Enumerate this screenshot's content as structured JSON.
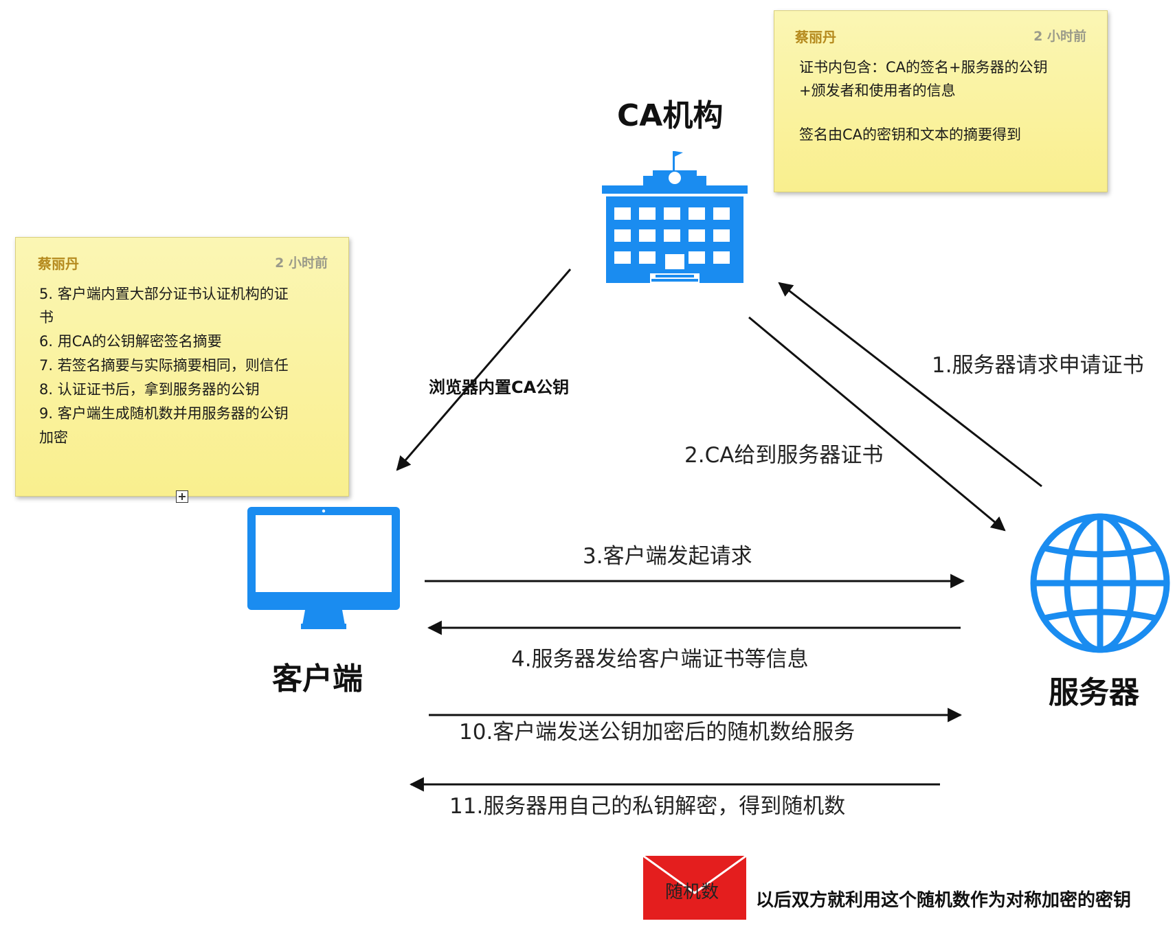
{
  "title": "CA机构",
  "nodes": {
    "client": "客户端",
    "server": "服务器"
  },
  "edge_labels": {
    "browser_ca_key": "浏览器内置CA公钥",
    "step1": "1.服务器请求申请证书",
    "step2": "2.CA给到服务器证书",
    "step3": "3.客户端发起请求",
    "step4": "4.服务器发给客户端证书等信息",
    "step10": "10.客户端发送公钥加密后的随机数给服务",
    "step11": "11.服务器用自己的私钥解密，得到随机数"
  },
  "note_right": {
    "author": "蔡丽丹",
    "time": "2 小时前",
    "lines": [
      "证书内包含：CA的签名+服务器的公钥",
      "+颁发者和使用者的信息",
      "签名由CA的密钥和文本的摘要得到"
    ]
  },
  "note_left": {
    "author": "蔡丽丹",
    "time": "2 小时前",
    "lines": [
      "5. 客户端内置大部分证书认证机构的证",
      "书",
      "6. 用CA的公钥解密签名摘要",
      "7. 若签名摘要与实际摘要相同，则信任",
      "8. 认证证书后，拿到服务器的公钥",
      "9. 客户端生成随机数并用服务器的公钥",
      "加密"
    ]
  },
  "envelope": {
    "label": "随机数",
    "caption": "以后双方就利用这个随机数作为对称加密的密钥"
  },
  "colors": {
    "icon_blue": "#1a8cf0",
    "envelope_red": "#e41e1e",
    "note_yellow": "#f9ef8e",
    "note_author": "#b58a1e"
  },
  "icons": [
    "building-icon",
    "monitor-icon",
    "globe-icon",
    "envelope-icon",
    "expand-icon"
  ]
}
